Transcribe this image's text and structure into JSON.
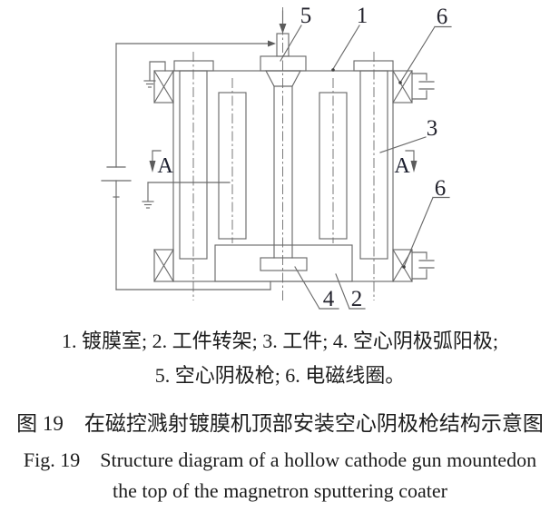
{
  "figure": {
    "legend": {
      "line1": "1. 镀膜室; 2. 工件转架; 3. 工件; 4. 空心阴极弧阳极;",
      "line2": "5. 空心阴极枪; 6. 电磁线圈。"
    },
    "caption": {
      "zh": "图 19　在磁控溅射镀膜机顶部安装空心阴极枪结构示意图",
      "en_line1": "Fig. 19　Structure diagram of a hollow cathode gun mountedon",
      "en_line2": "the top of the magnetron sputtering coater"
    },
    "diagram_labels": {
      "coating_chamber": "1",
      "workpiece_rack": "2",
      "workpiece": "3",
      "hollow_cathode_arc_anode": "4",
      "hollow_cathode_gun": "5",
      "electromagnetic_coil_top": "6",
      "electromagnetic_coil_bottom": "6",
      "section_a_left": "A",
      "section_a_right": "A"
    },
    "colors": {
      "background": "#ffffff",
      "line": "#6a6a6a",
      "centerline": "#7a7a7a",
      "label_text": "#23232d",
      "caption_text": "#1c1c1c"
    }
  }
}
